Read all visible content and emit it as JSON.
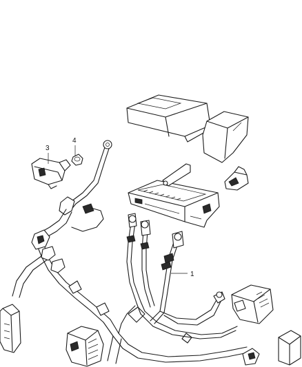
{
  "callouts": {
    "item_1": "1",
    "item_3": "3",
    "item_4": "4"
  }
}
